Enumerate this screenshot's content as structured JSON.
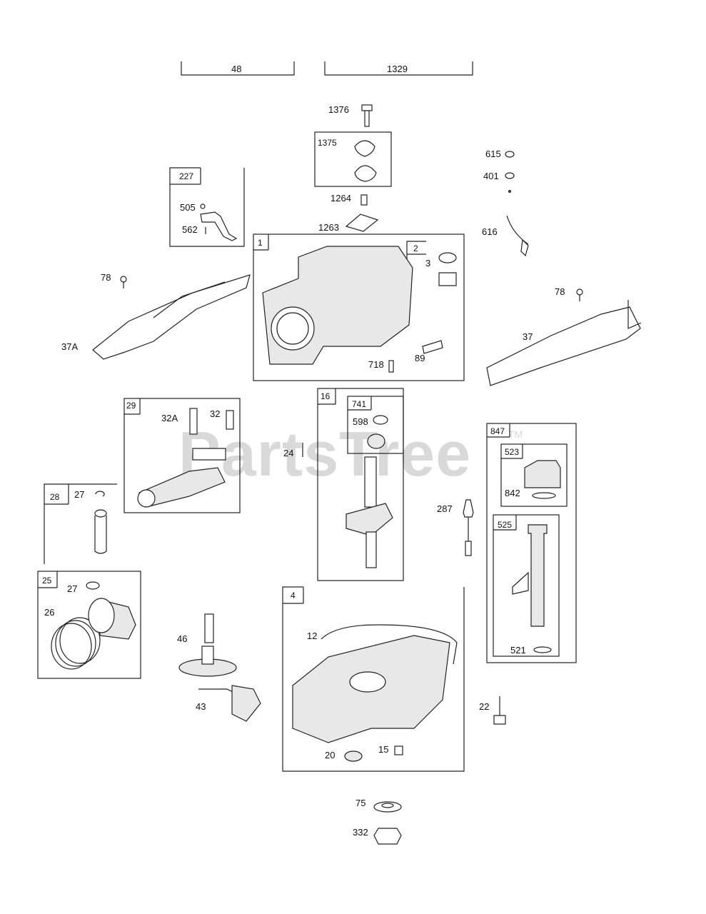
{
  "watermark": {
    "text": "PartsTree",
    "trademark": "TM"
  },
  "top_brackets": [
    "48",
    "1329"
  ],
  "box_labels": [
    "227",
    "1",
    "2",
    "1375",
    "29",
    "16",
    "741",
    "28",
    "25",
    "4",
    "847",
    "523",
    "525"
  ],
  "callouts": [
    "1376",
    "615",
    "401",
    "505",
    "562",
    "1264",
    "1263",
    "616",
    "78",
    "3",
    "78",
    "37A",
    "37",
    "89",
    "718",
    "32A",
    "32",
    "598",
    "24",
    "27",
    "287",
    "842",
    "27",
    "26",
    "46",
    "12",
    "43",
    "22",
    "521",
    "20",
    "15",
    "75",
    "332"
  ]
}
